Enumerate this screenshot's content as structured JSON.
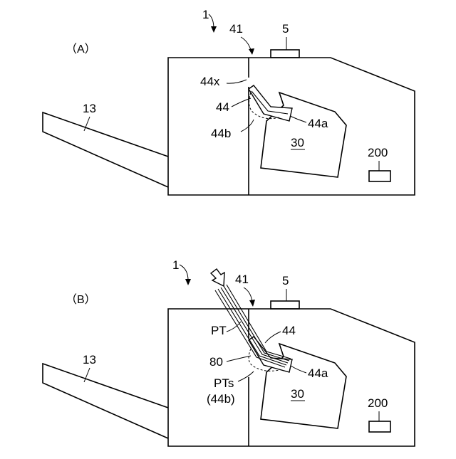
{
  "panels": [
    {
      "label": "（A）",
      "refs": {
        "device": "1",
        "slot": "41",
        "top_part": "5",
        "tray": "13",
        "guide_top": "44x",
        "guide": "44",
        "guide_tip": "44a",
        "guide_bottom": "44b",
        "unit": "30",
        "controller": "200"
      }
    },
    {
      "label": "（B）",
      "refs": {
        "device": "1",
        "slot": "41",
        "top_part": "5",
        "tray": "13",
        "sheets": "PT",
        "guide": "44",
        "sensor": "80",
        "guide_tip": "44a",
        "sheets_end": "PTs",
        "sheets_end_alt": "(44b)",
        "unit": "30",
        "controller": "200"
      }
    }
  ]
}
